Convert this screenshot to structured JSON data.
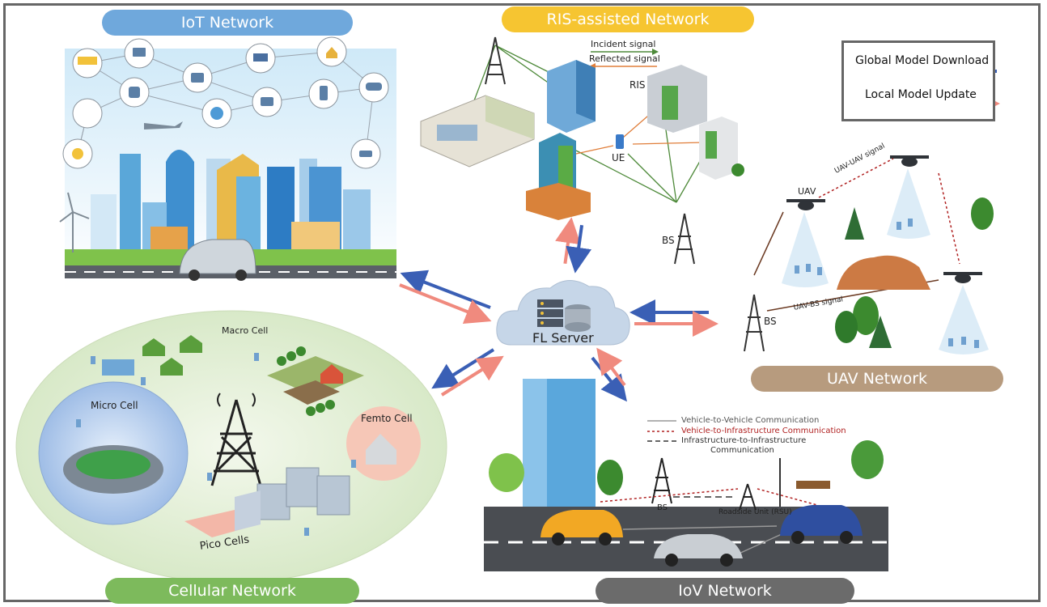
{
  "titles": {
    "iot": "IoT Network",
    "ris": "RIS-assisted Network",
    "uav": "UAV Network",
    "cellular": "Cellular Network",
    "iov": "IoV Network"
  },
  "server": {
    "label": "FL Server"
  },
  "legend": {
    "download": "Global Model Download",
    "update": "Local Model Update"
  },
  "ris_labels": {
    "incident": "Incident signal",
    "reflected": "Reflected signal",
    "ris": "RIS",
    "ue": "UE",
    "bs": "BS"
  },
  "uav_labels": {
    "uav": "UAV",
    "uav_uav": "UAV-UAV signal",
    "uav_bs": "UAV-BS signal",
    "bs": "BS"
  },
  "cell_labels": {
    "macro": "Macro Cell",
    "micro": "Micro Cell",
    "femto": "Femto Cell",
    "pico": "Pico Cells"
  },
  "iov_labels": {
    "v2v": "Vehicle-to-Vehicle Communication",
    "v2i": "Vehicle-to-Infrastructure Communication",
    "i2i_1": "Infrastructure-to-Infrastructure",
    "i2i_2": "Communication",
    "bs": "BS",
    "rsu": "Roadside Unit (RSU)"
  },
  "colors": {
    "download": "#3a5fb5",
    "update": "#f08a7e",
    "iot": "#6fa8dc",
    "ris": "#f6c531",
    "uav": "#b79b7e",
    "cellular": "#7dba5c",
    "iov": "#6b6b6b"
  }
}
